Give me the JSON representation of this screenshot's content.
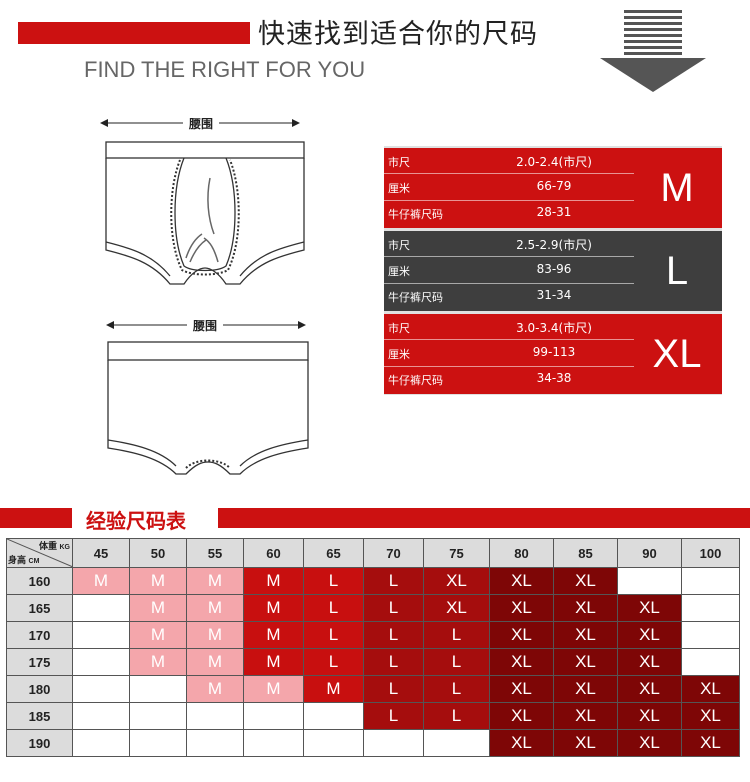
{
  "colors": {
    "brand_red": "#cc1111",
    "dark_gray": "#3e3e3e",
    "pink": "#f4a6ab",
    "red": "#c80f0f",
    "crimson": "#a50d0d",
    "maroon": "#7e0606",
    "empty": "#ffffff"
  },
  "header": {
    "title_cn": "快速找到适合你的尺码",
    "title_en": "FIND THE RIGHT FOR YOU",
    "arrow_icon": "down-arrow-icon"
  },
  "diagram": {
    "waist_label_top": "腰围",
    "waist_label_bottom": "腰围",
    "brief_icon": "boxer-brief-icon",
    "trunk_icon": "boxer-trunk-icon"
  },
  "size_card": [
    {
      "color": "#cc1111",
      "letter": "M",
      "rows": [
        {
          "label": "市尺",
          "value": "2.0-2.4(市尺)"
        },
        {
          "label": "厘米",
          "value": "66-79"
        },
        {
          "label": "牛仔裤尺码",
          "value": "28-31"
        }
      ]
    },
    {
      "color": "#3e3e3e",
      "letter": "L",
      "rows": [
        {
          "label": "市尺",
          "value": "2.5-2.9(市尺)"
        },
        {
          "label": "厘米",
          "value": "83-96"
        },
        {
          "label": "牛仔裤尺码",
          "value": "31-34"
        }
      ]
    },
    {
      "color": "#cc1111",
      "letter": "XL",
      "rows": [
        {
          "label": "市尺",
          "value": "3.0-3.4(市尺)"
        },
        {
          "label": "厘米",
          "value": "99-113"
        },
        {
          "label": "牛仔裤尺码",
          "value": "34-38"
        }
      ]
    }
  ],
  "section": {
    "title": "经验尺码表"
  },
  "grid": {
    "corner_weight": "体重",
    "corner_weight_unit": "KG",
    "corner_height": "身高",
    "corner_height_unit": "CM",
    "weights": [
      "45",
      "50",
      "55",
      "60",
      "65",
      "70",
      "75",
      "80",
      "85",
      "90",
      "100"
    ],
    "heights": [
      "160",
      "165",
      "170",
      "175",
      "180",
      "185",
      "190"
    ],
    "cells": [
      [
        [
          "M",
          "pink"
        ],
        [
          "M",
          "pink"
        ],
        [
          "M",
          "pink"
        ],
        [
          "M",
          "red"
        ],
        [
          "L",
          "red"
        ],
        [
          "L",
          "crimson"
        ],
        [
          "XL",
          "crimson"
        ],
        [
          "XL",
          "maroon"
        ],
        [
          "XL",
          "maroon"
        ],
        [
          "",
          "empty"
        ],
        [
          "",
          "empty"
        ]
      ],
      [
        [
          "",
          "empty"
        ],
        [
          "M",
          "pink"
        ],
        [
          "M",
          "pink"
        ],
        [
          "M",
          "red"
        ],
        [
          "L",
          "red"
        ],
        [
          "L",
          "crimson"
        ],
        [
          "XL",
          "crimson"
        ],
        [
          "XL",
          "maroon"
        ],
        [
          "XL",
          "maroon"
        ],
        [
          "XL",
          "maroon"
        ],
        [
          "",
          "empty"
        ]
      ],
      [
        [
          "",
          "empty"
        ],
        [
          "M",
          "pink"
        ],
        [
          "M",
          "pink"
        ],
        [
          "M",
          "red"
        ],
        [
          "L",
          "red"
        ],
        [
          "L",
          "crimson"
        ],
        [
          "L",
          "crimson"
        ],
        [
          "XL",
          "maroon"
        ],
        [
          "XL",
          "maroon"
        ],
        [
          "XL",
          "maroon"
        ],
        [
          "",
          "empty"
        ]
      ],
      [
        [
          "",
          "empty"
        ],
        [
          "M",
          "pink"
        ],
        [
          "M",
          "pink"
        ],
        [
          "M",
          "red"
        ],
        [
          "L",
          "red"
        ],
        [
          "L",
          "crimson"
        ],
        [
          "L",
          "crimson"
        ],
        [
          "XL",
          "maroon"
        ],
        [
          "XL",
          "maroon"
        ],
        [
          "XL",
          "maroon"
        ],
        [
          "",
          "empty"
        ]
      ],
      [
        [
          "",
          "empty"
        ],
        [
          "",
          "empty"
        ],
        [
          "M",
          "pink"
        ],
        [
          "M",
          "pink"
        ],
        [
          "M",
          "red"
        ],
        [
          "L",
          "crimson"
        ],
        [
          "L",
          "crimson"
        ],
        [
          "XL",
          "maroon"
        ],
        [
          "XL",
          "maroon"
        ],
        [
          "XL",
          "maroon"
        ],
        [
          "XL",
          "maroon"
        ]
      ],
      [
        [
          "",
          "empty"
        ],
        [
          "",
          "empty"
        ],
        [
          "",
          "empty"
        ],
        [
          "",
          "empty"
        ],
        [
          "",
          "empty"
        ],
        [
          "L",
          "crimson"
        ],
        [
          "L",
          "crimson"
        ],
        [
          "XL",
          "maroon"
        ],
        [
          "XL",
          "maroon"
        ],
        [
          "XL",
          "maroon"
        ],
        [
          "XL",
          "maroon"
        ]
      ],
      [
        [
          "",
          "empty"
        ],
        [
          "",
          "empty"
        ],
        [
          "",
          "empty"
        ],
        [
          "",
          "empty"
        ],
        [
          "",
          "empty"
        ],
        [
          "",
          "empty"
        ],
        [
          "",
          "empty"
        ],
        [
          "XL",
          "maroon"
        ],
        [
          "XL",
          "maroon"
        ],
        [
          "XL",
          "maroon"
        ],
        [
          "XL",
          "maroon"
        ]
      ]
    ]
  }
}
